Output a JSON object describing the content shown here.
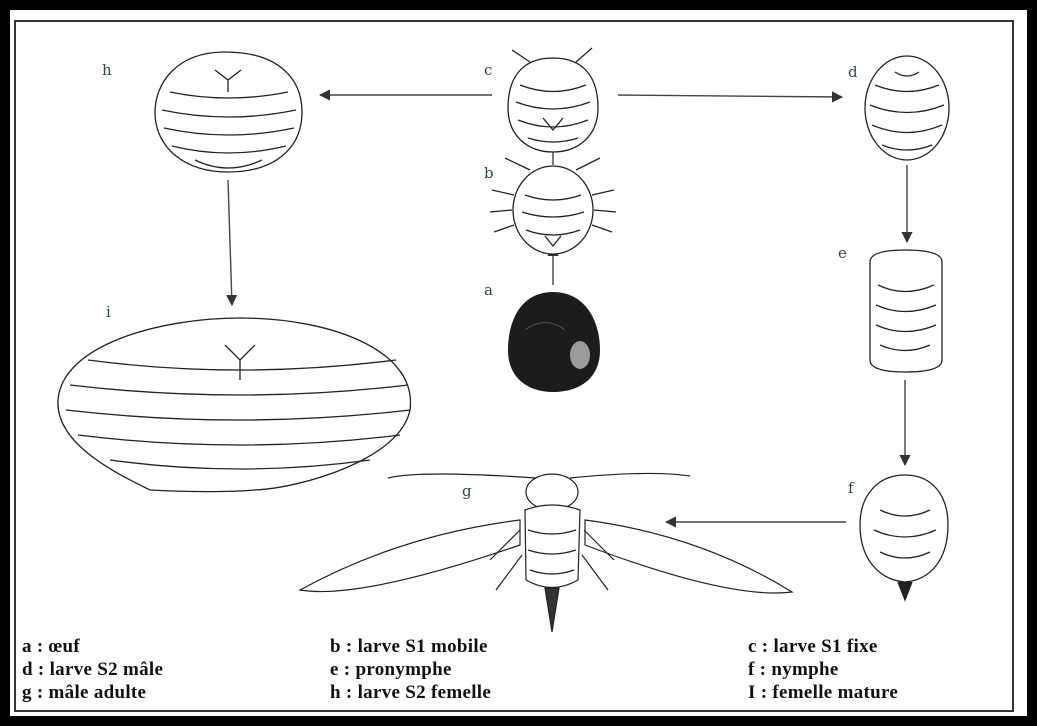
{
  "stage_labels": {
    "a": "a",
    "b": "b",
    "c": "c",
    "d": "d",
    "e": "e",
    "f": "f",
    "g": "g",
    "h": "h",
    "i": "i"
  },
  "legend": {
    "a": "a : œuf",
    "b": "b : larve S1 mobile",
    "c": "c : larve S1 fixe",
    "d": "d : larve S2 mâle",
    "e": "e : pronymphe",
    "f": "f : nymphe",
    "g": "g : mâle adulte",
    "h": "h : larve S2 femelle",
    "i": "I : femelle mature"
  }
}
